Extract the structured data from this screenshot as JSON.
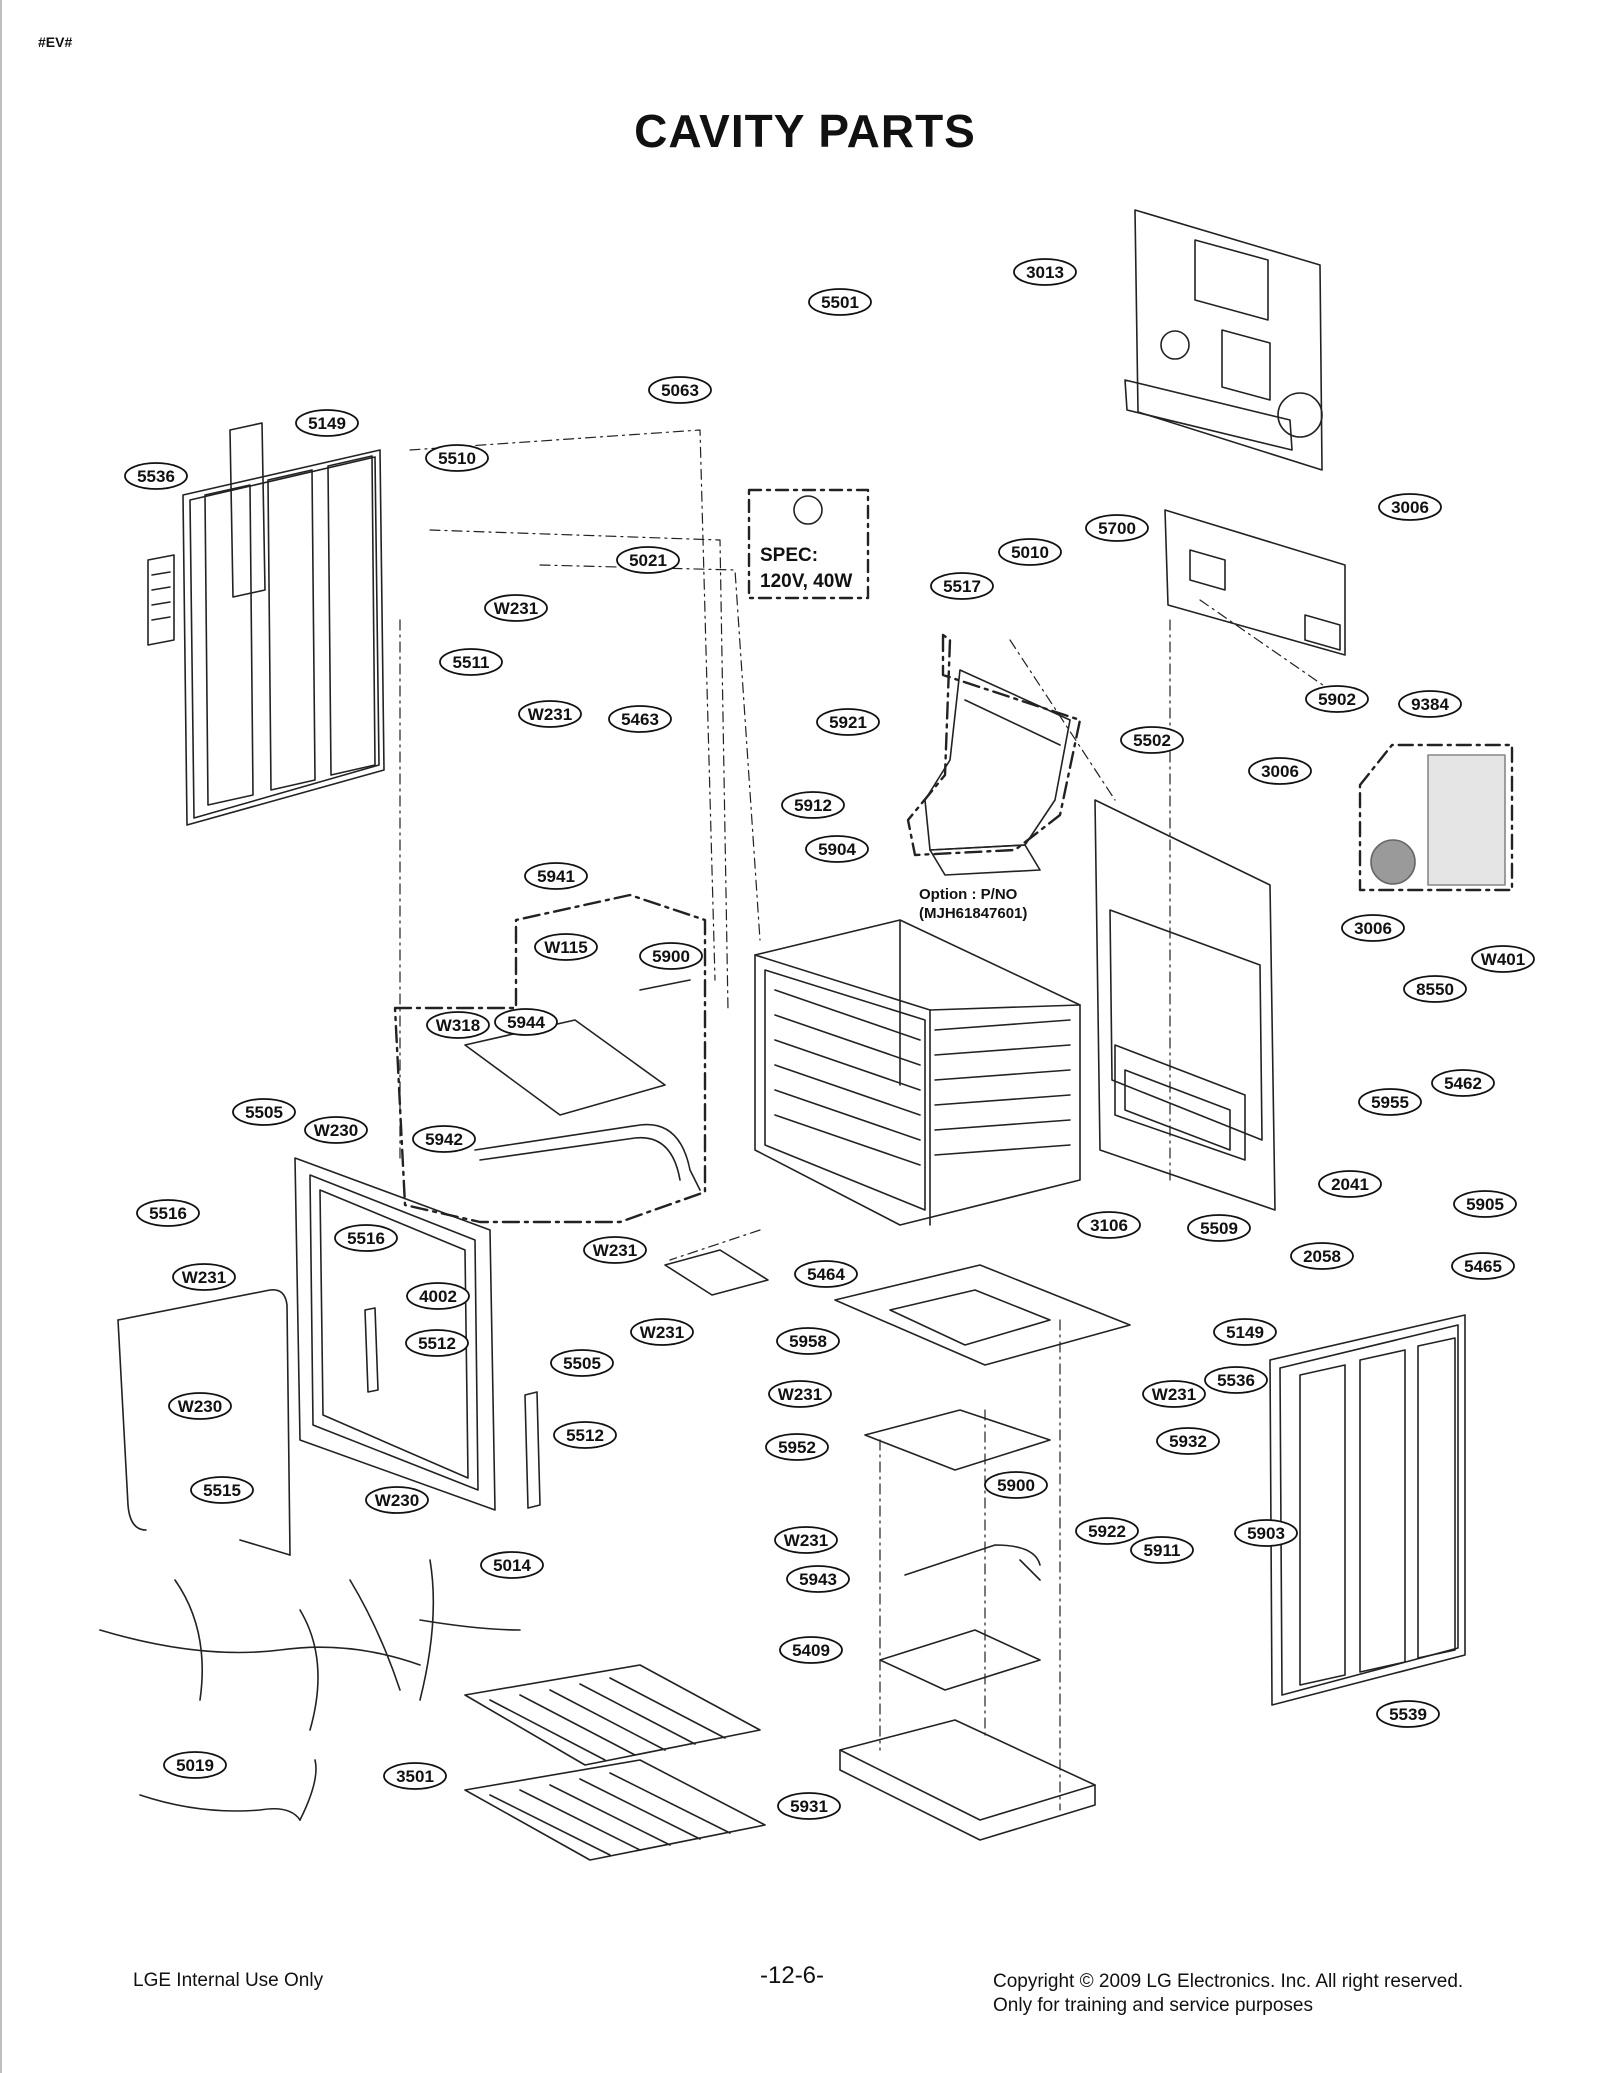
{
  "header": {
    "code": "#EV#",
    "title": "CAVITY PARTS"
  },
  "notes": {
    "spec_line1": "SPEC:",
    "spec_line2": "120V, 40W",
    "option_line1": "Option : P/NO",
    "option_line2": "(MJH61847601)"
  },
  "callouts": [
    "3013",
    "5501",
    "5063",
    "5149",
    "5510",
    "5536",
    "3006",
    "5700",
    "5010",
    "5021",
    "W231",
    "5511",
    "W231",
    "5463",
    "5517",
    "5921",
    "5912",
    "5904",
    "5902",
    "9384",
    "5502",
    "3006",
    "5941",
    "W115",
    "5900",
    "W318",
    "5944",
    "5942",
    "5505",
    "W230",
    "5516",
    "5516",
    "4002",
    "W231",
    "W231",
    "W230",
    "5512",
    "5505",
    "5512",
    "5515",
    "W230",
    "3006",
    "W401",
    "8550",
    "5462",
    "5955",
    "5905",
    "2041",
    "3106",
    "5509",
    "5464",
    "W231",
    "5958",
    "2058",
    "5465",
    "5149",
    "5536",
    "W231",
    "5932",
    "W231",
    "5952",
    "5900",
    "W231",
    "5922",
    "5911",
    "5903",
    "5943",
    "5409",
    "5539",
    "5014",
    "3501",
    "5019",
    "5931"
  ],
  "footer": {
    "left": "LGE Internal Use Only",
    "page": "-12-6-",
    "right_line1": "Copyright © 2009 LG Electronics. Inc. All right reserved.",
    "right_line2": "Only for training and service purposes"
  }
}
